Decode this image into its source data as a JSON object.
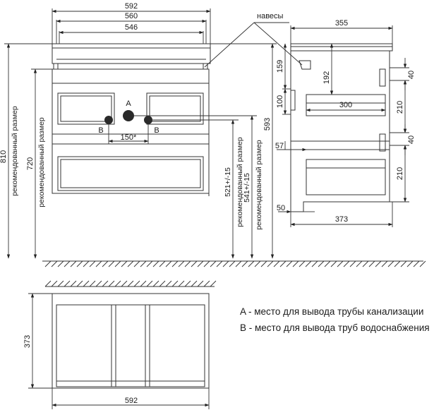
{
  "front_view": {
    "dims": {
      "overall_width": "592",
      "top_width": "560",
      "inner_width": "546",
      "height_810": "810",
      "height_720": "720",
      "height_593": "593",
      "height_521": "521+/-15",
      "height_541": "541+/-15",
      "outlet_spacing": "150*"
    },
    "rec_size_label": "рекомендованный размер",
    "point_a": "A",
    "point_b": "B",
    "hinges_label": "навесы"
  },
  "side_view": {
    "dims": {
      "depth": "355",
      "d159": "159",
      "d192": "192",
      "d100": "100",
      "d300": "300",
      "d40_top": "40",
      "d210_top": "210",
      "d40_bottom": "40",
      "d57": "57",
      "d210_bottom": "210",
      "d50": "50",
      "d373": "373"
    }
  },
  "top_view": {
    "dims": {
      "depth": "373",
      "width": "592"
    }
  },
  "legend": [
    "A - место для вывода трубы канализации",
    "B - место для вывода труб водоснабжения"
  ]
}
